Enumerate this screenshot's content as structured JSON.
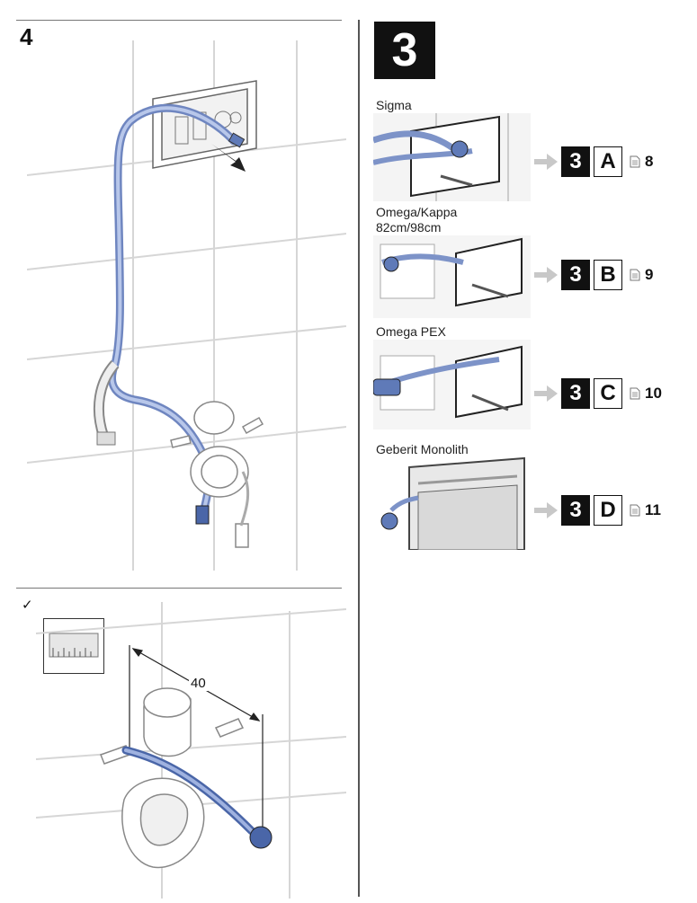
{
  "left": {
    "step_number": "4",
    "check_mark": "✓",
    "dimension_label": "40",
    "icons": [
      "measuring-tape-icon"
    ]
  },
  "right": {
    "step_number": "3",
    "options": [
      {
        "label": "Sigma",
        "step": "3",
        "letter": "A",
        "page": "8"
      },
      {
        "label": "Omega/Kappa\n82cm/98cm",
        "step": "3",
        "letter": "B",
        "page": "9"
      },
      {
        "label": "Omega PEX",
        "step": "3",
        "letter": "C",
        "page": "10"
      },
      {
        "label": "Geberit Monolith",
        "step": "3",
        "letter": "D",
        "page": "11"
      }
    ]
  },
  "colors": {
    "hose_blue": "#8fa6d8",
    "line_grey": "#bbbbbb",
    "arrow_grey": "#c8c8c8"
  }
}
